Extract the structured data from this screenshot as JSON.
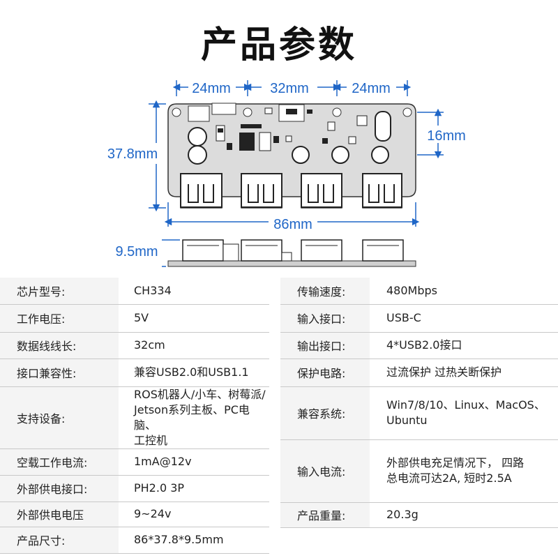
{
  "title": "产品参数",
  "dimensions": {
    "top_left": "24mm",
    "top_mid": "32mm",
    "top_right": "24mm",
    "height": "37.8mm",
    "hole_offset": "16mm",
    "width": "86mm",
    "thickness": "9.5mm"
  },
  "colors": {
    "dimension": "#1f66c7",
    "board": "#d9d9d9",
    "label_bg": "#f4f4f4"
  },
  "left_specs": [
    {
      "label": "芯片型号:",
      "value": "CH334"
    },
    {
      "label": "工作电压:",
      "value": "5V"
    },
    {
      "label": "数据线线长:",
      "value": "32cm"
    },
    {
      "label": "接口兼容性:",
      "value": "兼容USB2.0和USB1.1"
    },
    {
      "label": "支持设备:",
      "value_lines": [
        "ROS机器人/小车、树莓派/",
        "Jetson系列主板、PC电脑、",
        "工控机"
      ]
    },
    {
      "label": "空载工作电流:",
      "value": "1mA@12v"
    },
    {
      "label": "外部供电接口:",
      "value": "PH2.0 3P"
    },
    {
      "label": "外部供电电压",
      "value": "9~24v"
    },
    {
      "label": "产品尺寸:",
      "value": "86*37.8*9.5mm"
    }
  ],
  "right_specs": [
    {
      "label": "传输速度:",
      "value": "480Mbps"
    },
    {
      "label": "输入接口:",
      "value": "USB-C"
    },
    {
      "label": "输出接口:",
      "value": "4*USB2.0接口"
    },
    {
      "label": "保护电路:",
      "value": "过流保护 过热关断保护"
    },
    {
      "label": "兼容系统:",
      "value_lines": [
        "Win7/8/10、Linux、MacOS、",
        "Ubuntu"
      ]
    },
    {
      "label": "输入电流:",
      "value_lines": [
        "外部供电充足情况下， 四路",
        "总电流可达2A, 短时2.5A"
      ]
    },
    {
      "label": "产品重量:",
      "value": "20.3g"
    }
  ]
}
